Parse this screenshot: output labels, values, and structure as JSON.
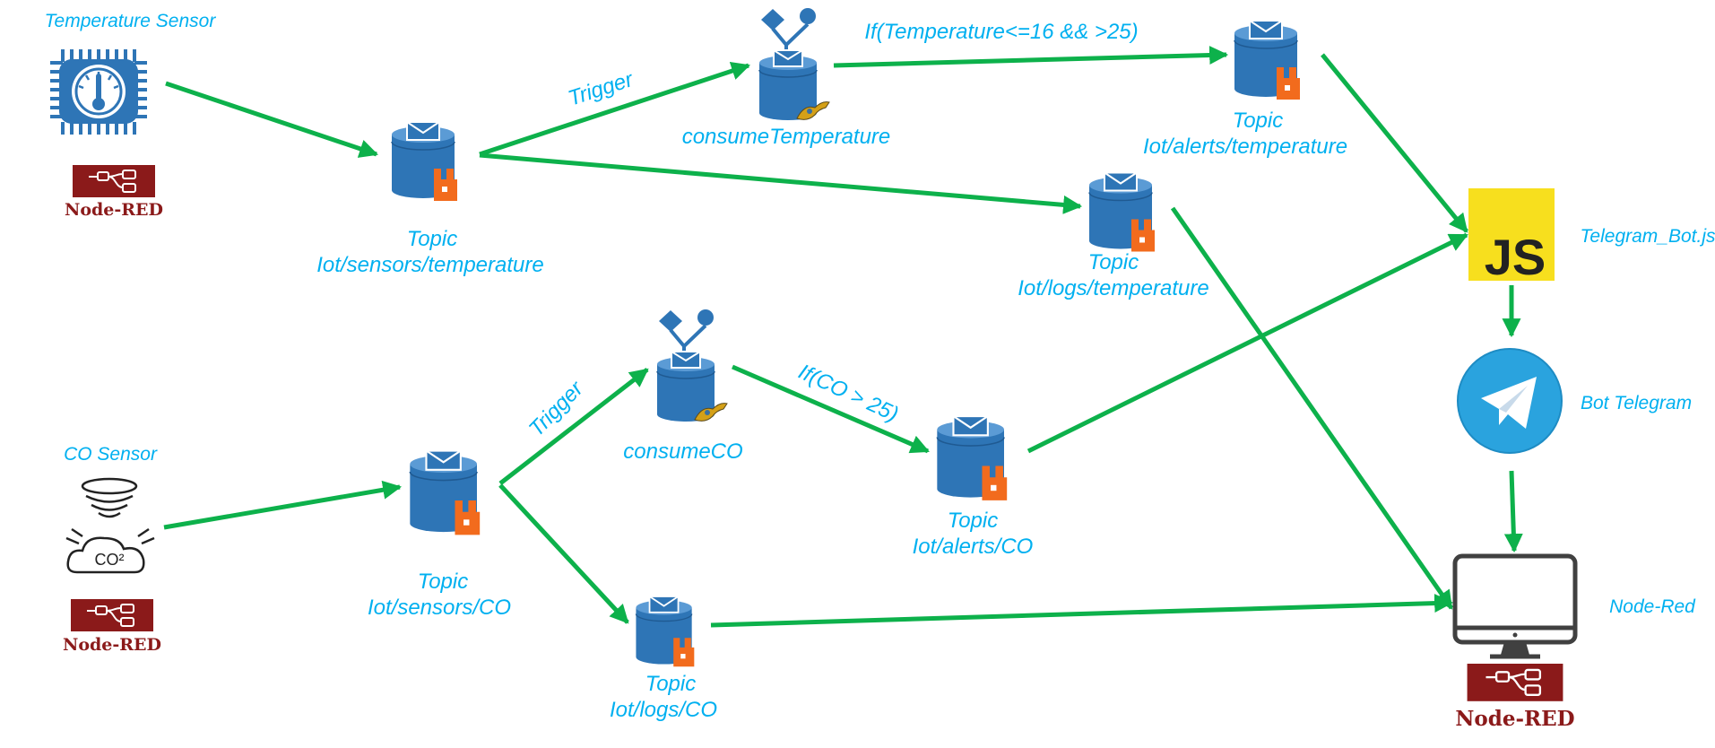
{
  "labels": {
    "temp_sensor": "Temperature Sensor",
    "co_sensor": "CO Sensor",
    "node_red_logo": "Node-RED",
    "trigger": "Trigger",
    "consume_temp": "consumeTemperature",
    "consume_co": "consumeCO",
    "topic": "Topic",
    "t_sensors_temp": "Iot/sensors/temperature",
    "t_sensors_co": "Iot/sensors/CO",
    "t_alerts_temp": "Iot/alerts/temperature",
    "t_logs_temp": "Iot/logs/temperature",
    "t_alerts_co": "Iot/alerts/CO",
    "t_logs_co": "Iot/logs/CO",
    "cond_temp": "If(Temperature<=16 && >25)",
    "cond_co": "If(CO > 25)",
    "telegram_bot_js": "Telegram_Bot.js",
    "js_badge": "JS",
    "bot_telegram": "Bot Telegram",
    "node_red_right": "Node-Red",
    "co2": "CO²"
  },
  "colors": {
    "arrow": "#0DB14B",
    "label": "#00B0F0",
    "queue_blue": "#2E75B6",
    "rabbit_orange": "#F26B1D",
    "node_red": "#8B1A1A",
    "js_yellow": "#F7DF1E",
    "telegram": "#2AA3DE"
  },
  "icons": [
    "chip-thermometer-icon",
    "gas-sensor-icon",
    "node-red-logo",
    "queue-topic-icon",
    "consumer-icon",
    "javascript-icon",
    "telegram-icon",
    "monitor-icon"
  ]
}
